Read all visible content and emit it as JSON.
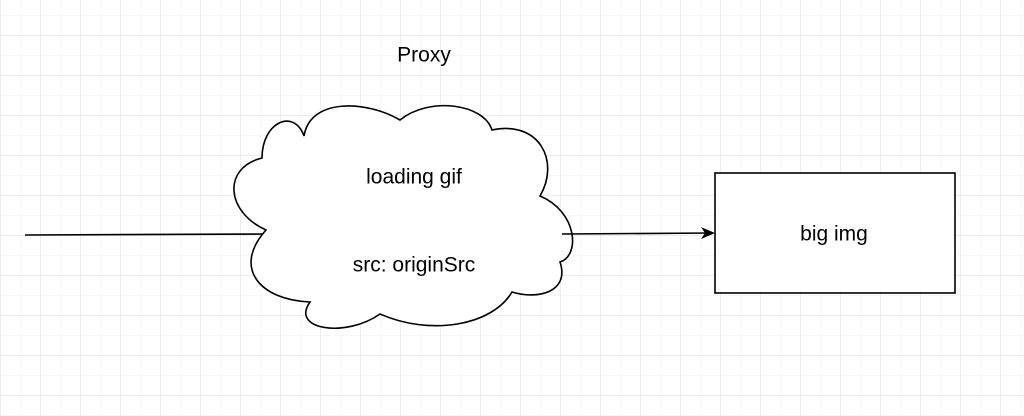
{
  "diagram": {
    "title": "Proxy",
    "cloud": {
      "line1": "loading gif",
      "line2": "src: originSrc"
    },
    "box": {
      "label": "big img"
    },
    "colors": {
      "stroke": "#000000",
      "fill": "#ffffff",
      "grid_major": "#ececec",
      "grid_minor": "#f7f7f7",
      "background": "#ffffff"
    }
  }
}
